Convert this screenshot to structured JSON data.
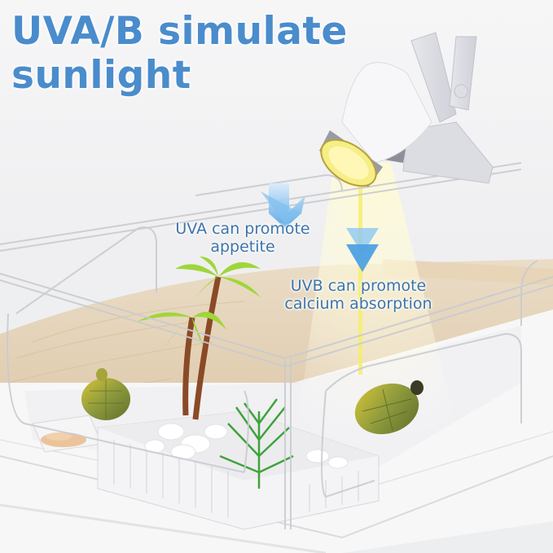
{
  "headline": {
    "line1": "UVA/B simulate",
    "line2": "sunlight"
  },
  "callouts": {
    "uva": {
      "line1": "UVA can promote",
      "line2": "appetite"
    },
    "uvb": {
      "line1": "UVB can promote",
      "line2": "calcium absorption"
    }
  },
  "icons": {
    "uva_arrow": "double-chevron-down-icon",
    "uvb_arrow": "double-chevron-down-icon"
  },
  "colors": {
    "headline": "#4a8ccc",
    "caption": "#3d74ab",
    "arrow": "#5aa9e6",
    "light_beam": "#fff6b0",
    "sand": "#e6d3b7",
    "enclosure_base": "#f7f7f8",
    "turtle_shell": "#8c9a3e",
    "palm_leaf": "#9fd63a",
    "palm_trunk": "#8a4a26",
    "plant": "#3fa33a"
  }
}
